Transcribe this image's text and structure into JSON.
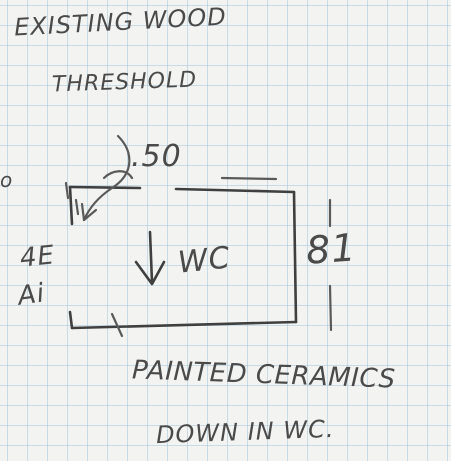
{
  "labels": {
    "existing": "EXISTING WOOD",
    "threshold": "THRESHOLD",
    "dim_top": ".50",
    "left_line1": "4E",
    "left_line2": "Ai",
    "room": "WC",
    "dim_right": "81",
    "note_line1": "PAINTED CERAMICS",
    "note_line2": "DOWN IN WC.",
    "edge_left": "o"
  },
  "colors": {
    "paper": "#f3f3f1",
    "grid": "#96bed7",
    "pencil": "#5a5a5a"
  },
  "icons": {
    "fall_arrow": "down-arrow-icon",
    "pointer_arrow": "curved-arrow-icon"
  }
}
